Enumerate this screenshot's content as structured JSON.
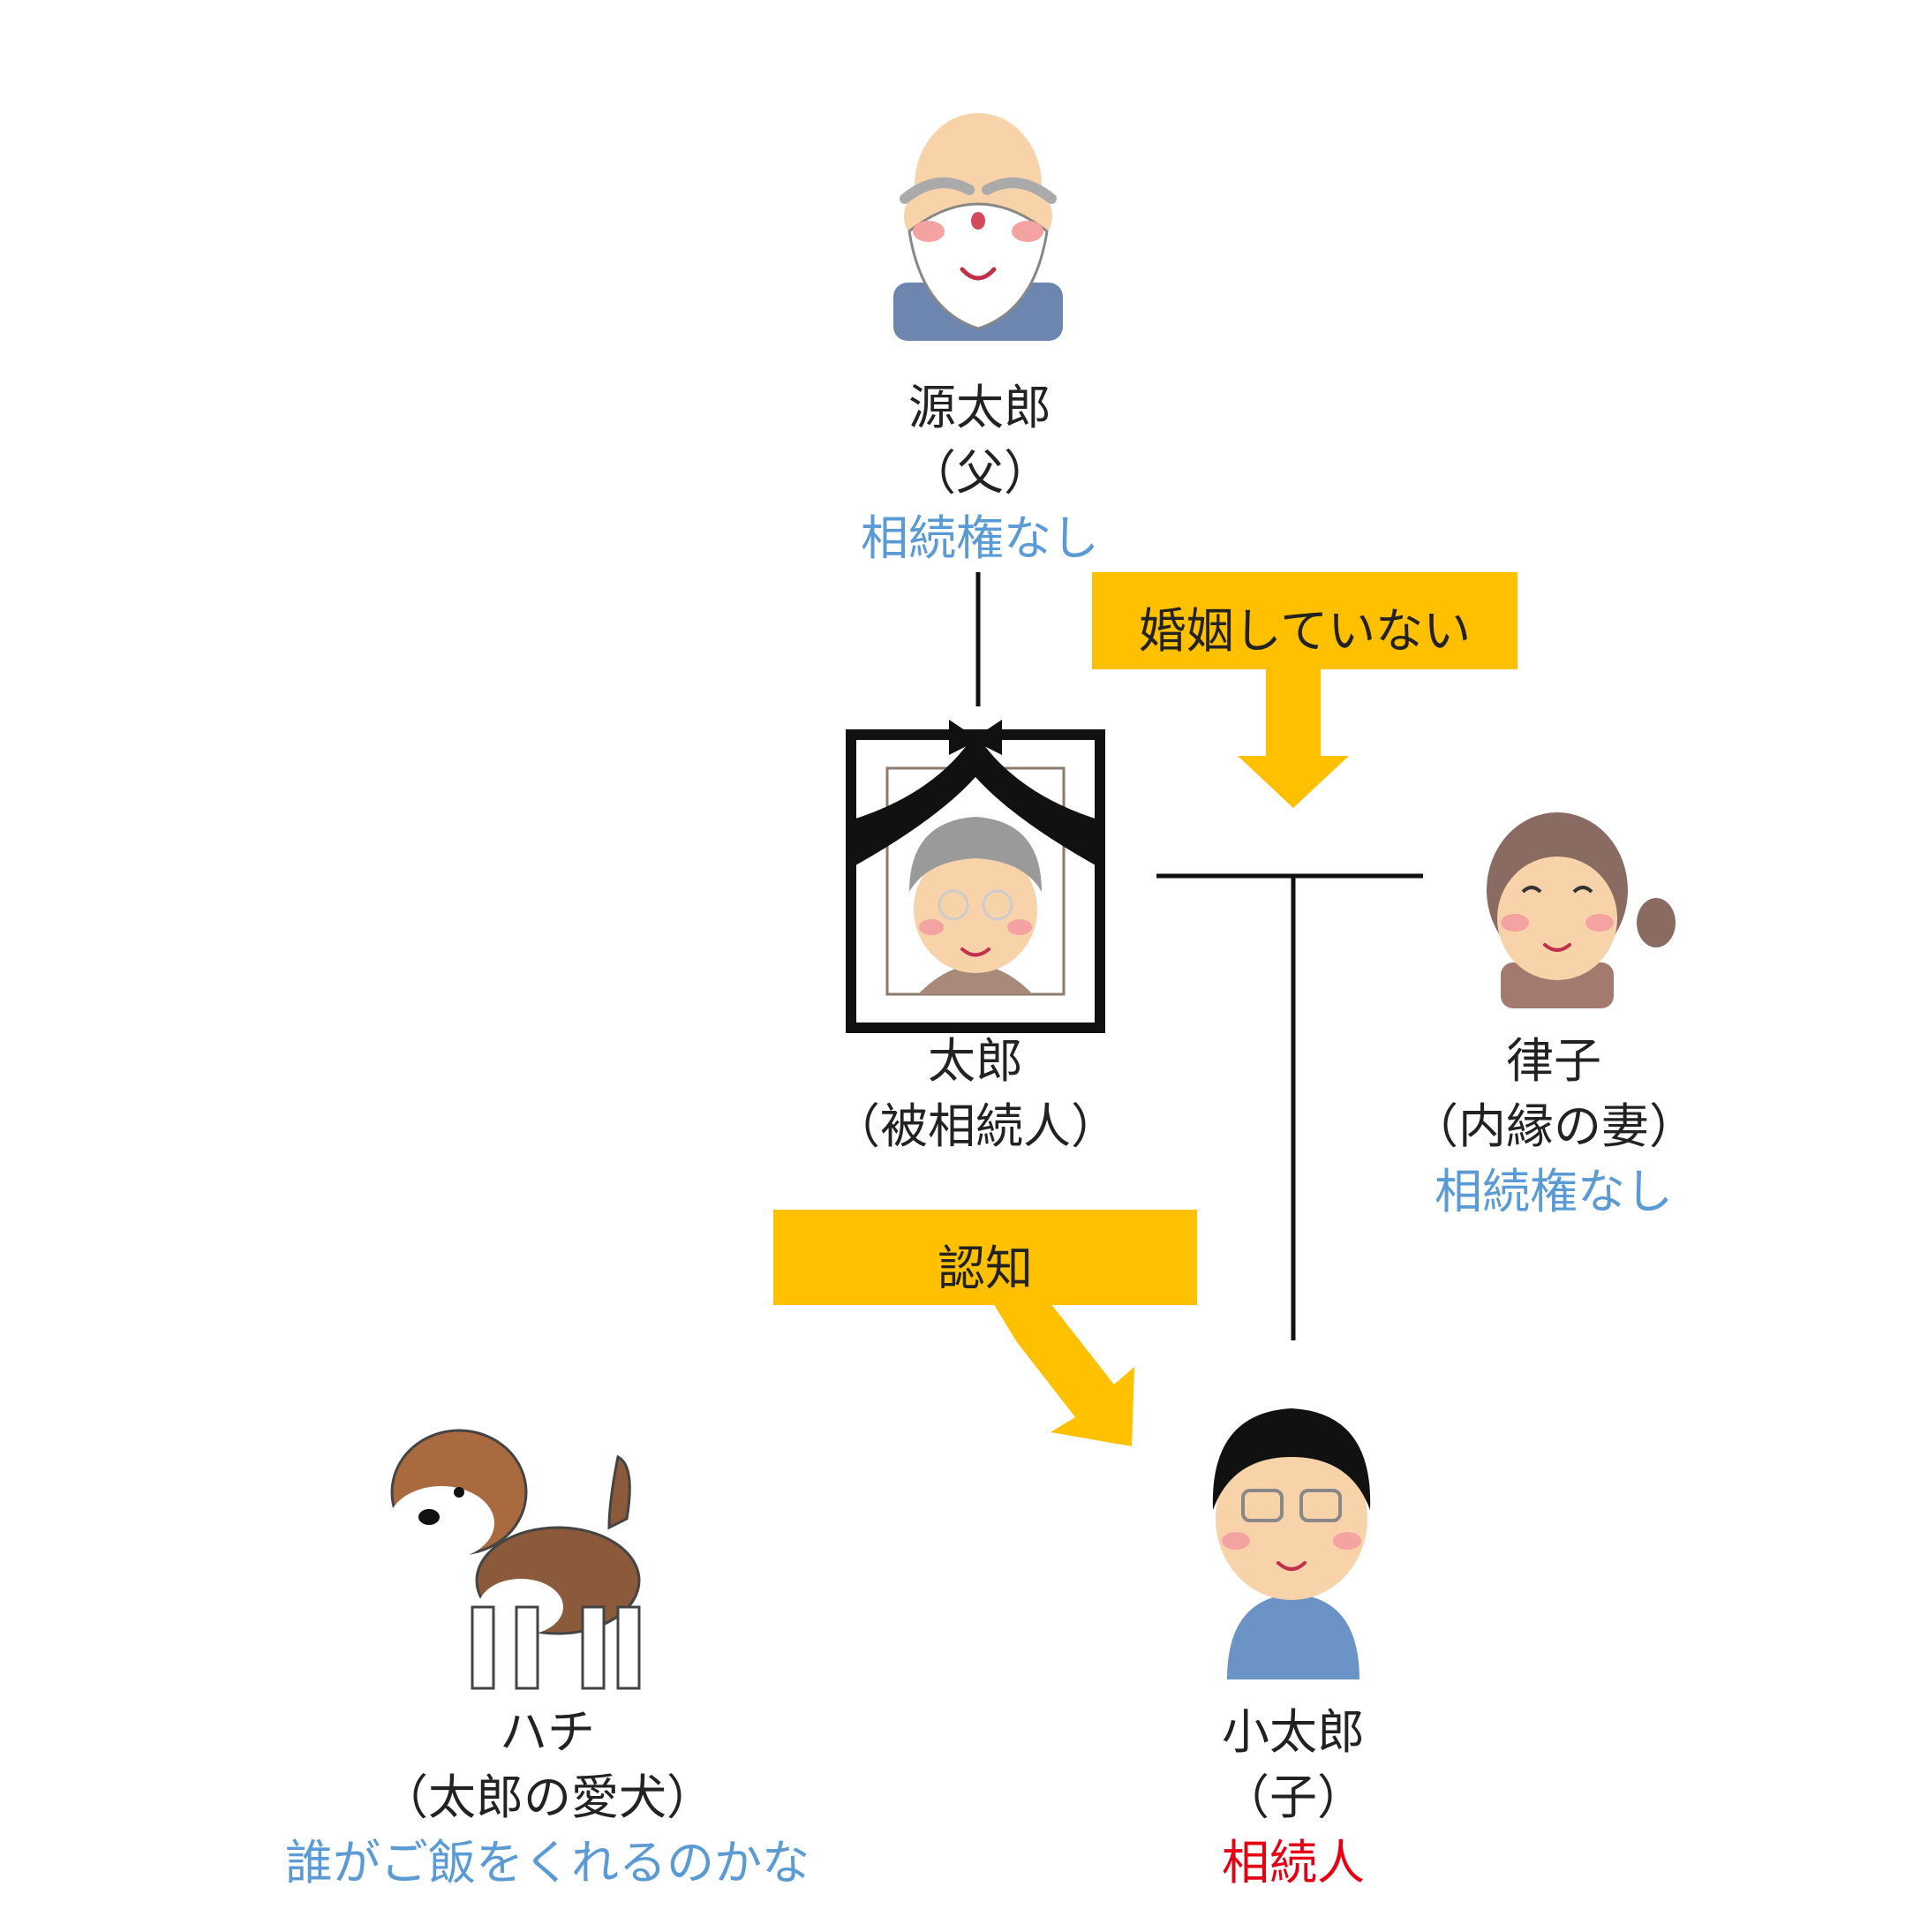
{
  "persons": {
    "father": {
      "name": "源太郎",
      "relation": "（父）",
      "status": "相続権なし"
    },
    "deceased": {
      "name": "太郎",
      "relation": "（被相続人）"
    },
    "partner": {
      "name": "律子",
      "relation": "（内縁の妻）",
      "status": "相続権なし"
    },
    "child": {
      "name": "小太郎",
      "relation": "（子）",
      "status": "相続人"
    },
    "dog": {
      "name": "ハチ",
      "relation": "（太郎の愛犬）",
      "status": "誰がご飯をくれるのかな"
    }
  },
  "callouts": {
    "not_married": "婚姻していない",
    "acknowledged": "認知"
  },
  "colors": {
    "callout": "#ffc000",
    "no_right_text": "#5b9bd5",
    "heir_text": "#e60012",
    "line": "#111111"
  }
}
